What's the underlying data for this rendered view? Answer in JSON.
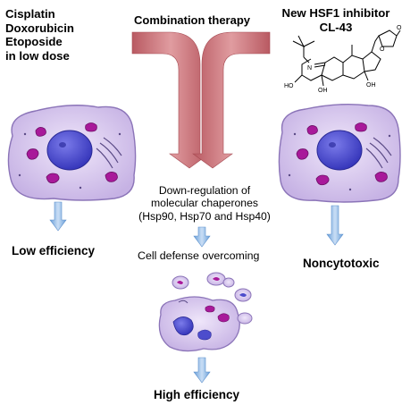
{
  "left_drugs": {
    "lines": [
      "Cisplatin",
      "Doxorubicin",
      "Etoposide",
      "in low dose"
    ]
  },
  "combination_label": "Combination therapy",
  "inhibitor": {
    "lines": [
      "New HSF1 inhibitor",
      "CL-43"
    ],
    "atom_labels": {
      "n": "N",
      "o_ring": "O",
      "o_ketone": "O",
      "ho": "HO",
      "oh_c14": "OH",
      "oh_c5": "OH"
    }
  },
  "down_regulation": {
    "lines": [
      "Down-regulation of",
      "molecular chaperones",
      "(Hsp90, Hsp70 and Hsp40)"
    ]
  },
  "cell_defense": "Cell defense overcoming",
  "low_efficiency": "Low efficiency",
  "noncytotoxic": "Noncytotoxic",
  "high_efficiency": "High efficiency",
  "colors": {
    "therapy_arrow": "#c9757a",
    "blue_arrow": "#8fb8e6",
    "cell_membrane": "#d8c8ec",
    "nucleus": "#4747c8",
    "organelle": "#b01f9c"
  }
}
